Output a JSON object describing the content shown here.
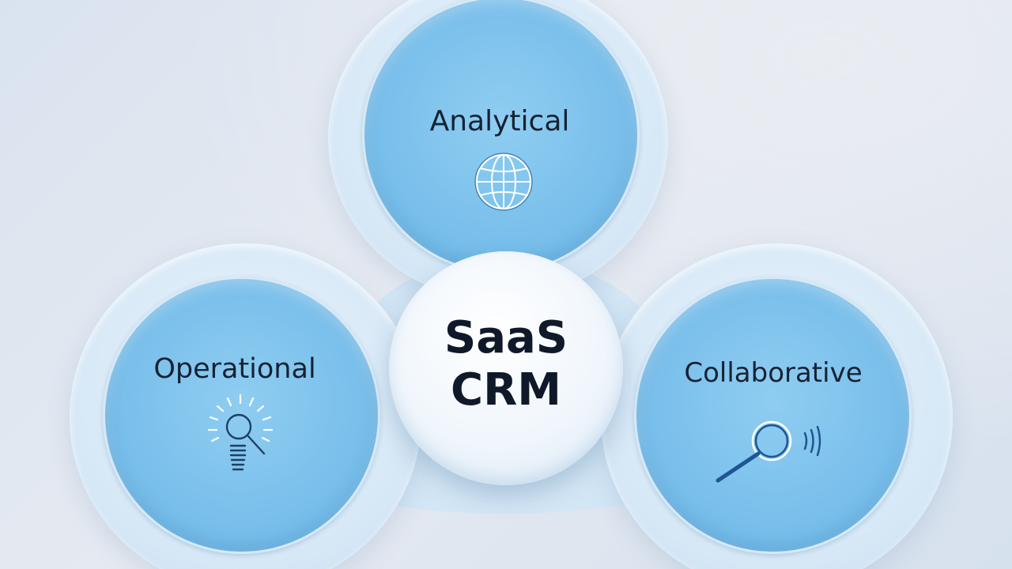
{
  "diagram": {
    "center_label_line1": "SaaS",
    "center_label_line2": "CRM",
    "nodes": [
      {
        "label": "Analytical",
        "icon": "globe-icon"
      },
      {
        "label": "Operational",
        "icon": "lightbulb-magnifier-icon"
      },
      {
        "label": "Collaborative",
        "icon": "magnifier-icon"
      }
    ]
  },
  "colors": {
    "background": "#dfe6f0",
    "lobe": "#d5e7f6",
    "disc": "#79bfeb",
    "center": "#f0f6fc",
    "text": "#162233",
    "icon_stroke_light": "#ffffff",
    "icon_stroke_dark": "#2a5f95"
  }
}
